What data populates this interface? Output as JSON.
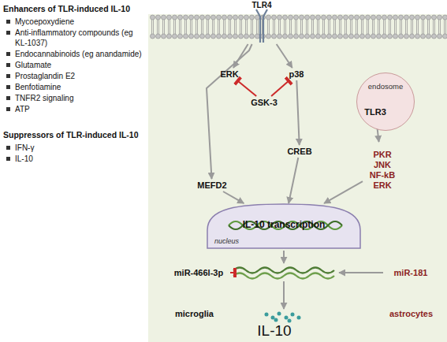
{
  "diagram": {
    "nodes": [
      {
        "text": [
          "TLR4"
        ]
      },
      {
        "text": [
          "ERK"
        ]
      },
      {
        "text": [
          "p38"
        ]
      },
      {
        "text": [
          "GSK-3"
        ]
      },
      {
        "text": [
          "endosome"
        ]
      },
      {
        "text": [
          "TLR3"
        ],
        "in": 4
      },
      {
        "text": [
          "CREB"
        ]
      },
      {
        "text": [
          "MEFD2"
        ]
      },
      {
        "text": [
          "PKR",
          "JNK",
          "NF-kB",
          "ERK"
        ]
      },
      {
        "text": [
          "IL-10 transcription",
          "nucleus"
        ]
      },
      {
        "text": [
          "miR-466l-3p"
        ]
      },
      {
        "text": [
          "miR-181"
        ]
      },
      {
        "text": [
          "IL-10"
        ]
      }
    ],
    "edges": [
      {
        "from": 0,
        "to": 1,
        "arrow": "to"
      },
      {
        "from": 0,
        "to": 2,
        "arrow": "to"
      },
      {
        "from": 0,
        "to": 7,
        "arrow": "to"
      },
      {
        "from": 3,
        "to": 1,
        "arrow": "to"
      },
      {
        "from": 3,
        "to": 2,
        "arrow": "to"
      },
      {
        "from": 2,
        "to": 6,
        "arrow": "to"
      },
      {
        "from": 6,
        "to": 9,
        "arrow": "to"
      },
      {
        "from": 7,
        "to": 9,
        "arrow": "to"
      },
      {
        "from": 5,
        "to": 8,
        "arrow": "to"
      },
      {
        "from": 8,
        "to": 9,
        "arrow": "to"
      }
    ],
    "labels": [
      "Enhancers of TLR-induced IL-10",
      "Mycoepoxydiene",
      "Anti-inflammatory compounds (eg KL-1037)",
      "Endocannabinoids (eg anandamide)",
      "Glutamate",
      "Prostaglandin E2",
      "Benfotiamine",
      "TNFR2 signaling",
      "ATP",
      "Suppressors of TLR-induced IL-10",
      "IFN-γ",
      "IL-10",
      "microglia",
      "astrocytes"
    ]
  }
}
